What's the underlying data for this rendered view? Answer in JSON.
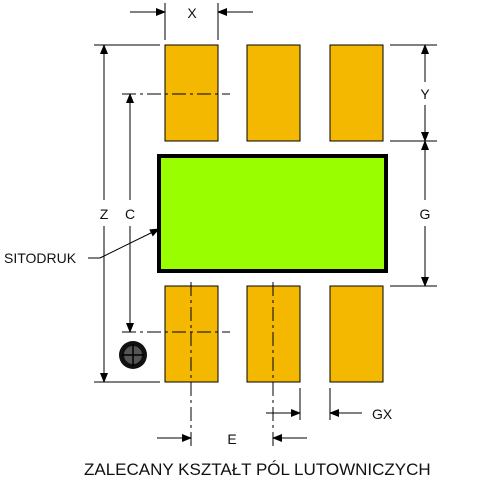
{
  "diagram": {
    "labels": {
      "x": "X",
      "y": "Y",
      "z": "Z",
      "c": "C",
      "g": "G",
      "e": "E",
      "gx": "GX",
      "silkscreen": "SITODRUK"
    },
    "caption": "ZALECANY KSZTAŁT PÓL LUTOWNICZYCH",
    "colors": {
      "pad": "#f5b800",
      "thermal_pad": "#99ff00",
      "outline": "#000000"
    }
  }
}
